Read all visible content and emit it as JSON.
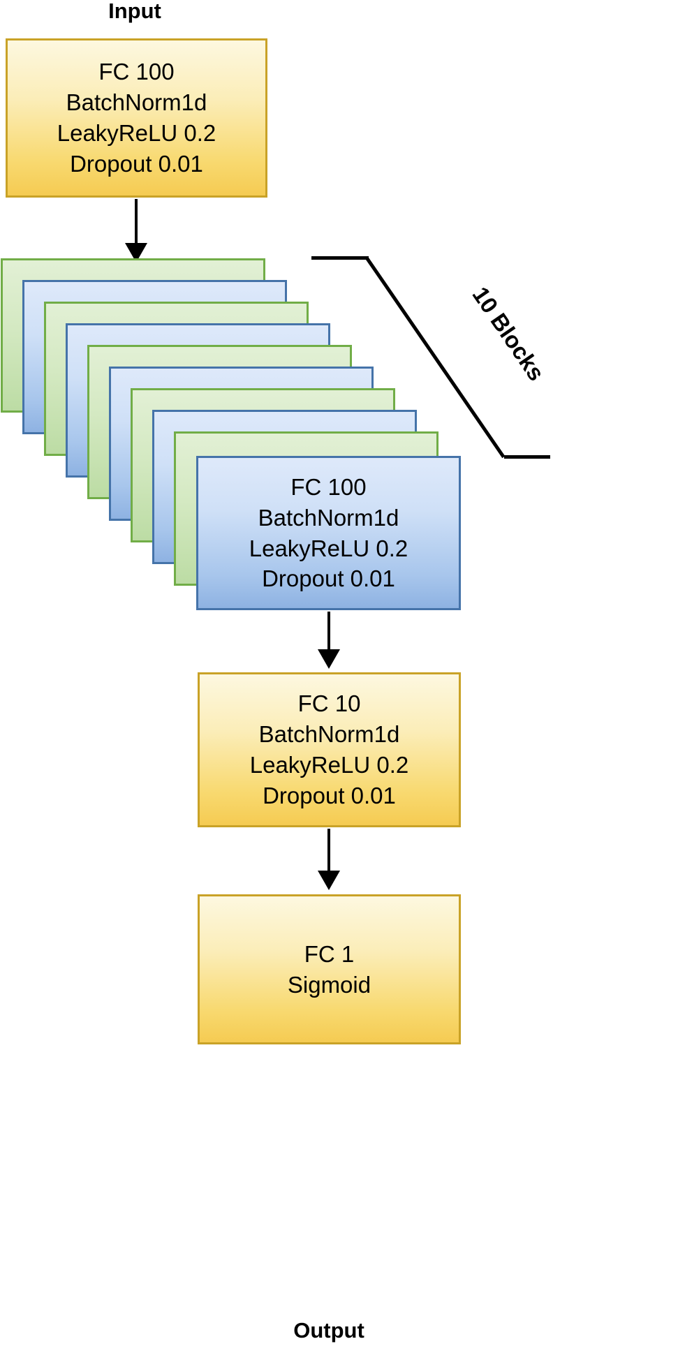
{
  "diagram": {
    "title_top": "Input",
    "title_bottom": "Output",
    "blocks_annotation": "10 Blocks",
    "repeat_count": 10
  },
  "input_block": {
    "lines": [
      "FC 100",
      "BatchNorm1d",
      "LeakyReLU 0.2",
      "Dropout 0.01"
    ],
    "color": "#f8d970"
  },
  "hidden_block": {
    "lines": [
      "FC 100",
      "BatchNorm1d",
      "LeakyReLU 0.2",
      "Dropout 0.01"
    ],
    "first_line": "FC 100",
    "color_a": "#bcdca4",
    "color_b": "#a8c6ec"
  },
  "penultimate_block": {
    "lines": [
      "FC 10",
      "BatchNorm1d",
      "LeakyReLU 0.2",
      "Dropout 0.01"
    ],
    "color": "#f8d970"
  },
  "output_block": {
    "lines": [
      "FC 1",
      "Sigmoid"
    ],
    "color": "#f8d970"
  },
  "icons": {
    "arrow_1": "arrow-down-icon",
    "arrow_2": "arrow-down-icon",
    "arrow_3": "arrow-down-icon"
  }
}
